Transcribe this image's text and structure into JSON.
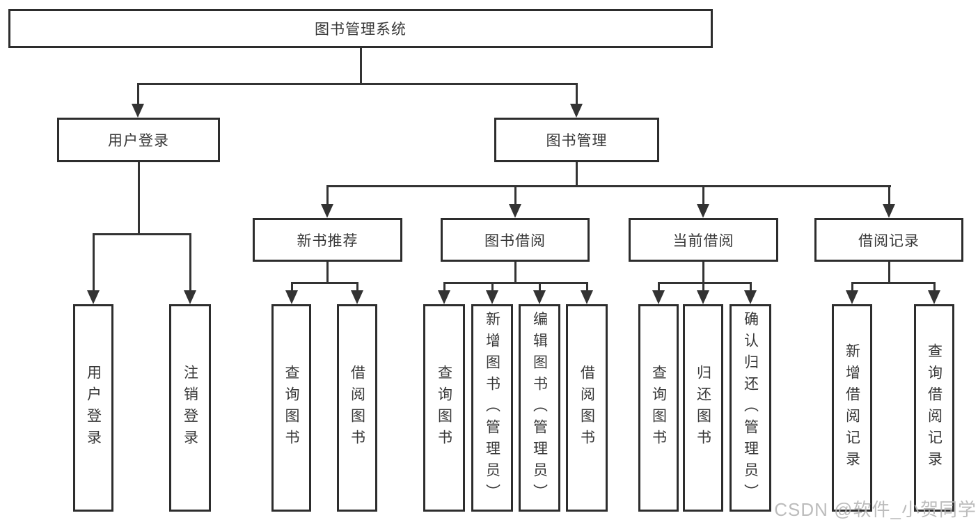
{
  "tree": {
    "label": "图书管理系统",
    "children": [
      {
        "label": "用户登录",
        "children": [
          {
            "label": "用户登录"
          },
          {
            "label": "注销登录"
          }
        ]
      },
      {
        "label": "图书管理",
        "children": [
          {
            "label": "新书推荐",
            "children": [
              {
                "label": "查询图书"
              },
              {
                "label": "借阅图书"
              }
            ]
          },
          {
            "label": "图书借阅",
            "children": [
              {
                "label": "查询图书"
              },
              {
                "label": "新增图书（管理员）"
              },
              {
                "label": "编辑图书（管理员）"
              },
              {
                "label": "借阅图书"
              }
            ]
          },
          {
            "label": "当前借阅",
            "children": [
              {
                "label": "查询图书"
              },
              {
                "label": "归还图书"
              },
              {
                "label": "确认归还（管理员）"
              }
            ]
          },
          {
            "label": "借阅记录",
            "children": [
              {
                "label": "新增借阅记录"
              },
              {
                "label": "查询借阅记录"
              }
            ]
          }
        ]
      }
    ]
  },
  "watermark": {
    "text": "CSDN @软件_小贺同学"
  },
  "colors": {
    "background": "#ffffff",
    "line": "#333333",
    "box_border": "#2d2d2d",
    "text": "#383838",
    "watermark": "#b5b5b5"
  }
}
